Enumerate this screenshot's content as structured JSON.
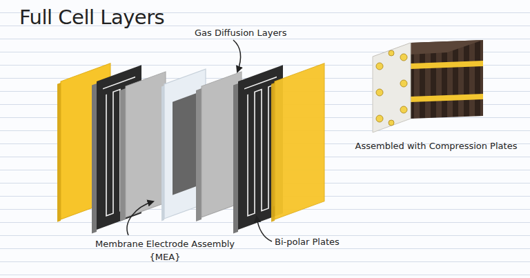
{
  "diagram": {
    "title": "Full Cell Layers",
    "labels": [
      "Gas Diffusion Layers",
      "Membrane Electrode Assembly {MEA}",
      "Bi-polar Plates",
      "Assembled with Compression Plates"
    ]
  }
}
